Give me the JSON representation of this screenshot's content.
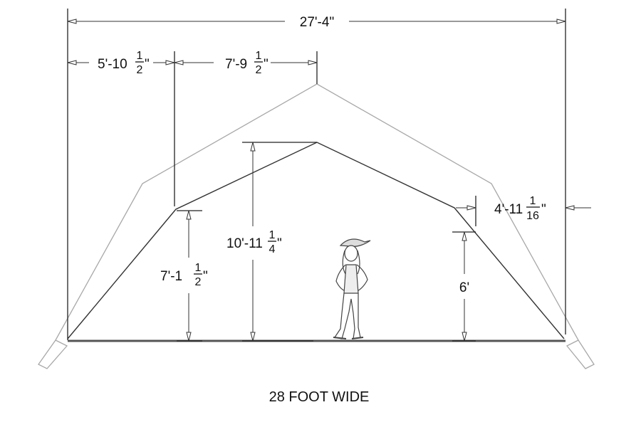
{
  "caption": "28 FOOT WIDE",
  "dimensions": {
    "overall_width": {
      "text": "27'-4\""
    },
    "left_offset": {
      "whole": "5'-10",
      "num": "1",
      "den": "2",
      "suffix": "\""
    },
    "half_span": {
      "whole": "7'-9",
      "num": "1",
      "den": "2",
      "suffix": "\""
    },
    "side_offset": {
      "whole": "4'-11",
      "num": "1",
      "den": "16",
      "suffix": "\""
    },
    "eave_height": {
      "whole": "7'-1",
      "num": "1",
      "den": "2",
      "suffix": "\""
    },
    "peak_height": {
      "whole": "10'-11",
      "num": "1",
      "den": "4",
      "suffix": "\""
    },
    "side_clearance": {
      "text": "6'"
    }
  },
  "colors": {
    "line": "#222222",
    "outer_roof": "#a8a8a8",
    "ground": "#555555"
  }
}
